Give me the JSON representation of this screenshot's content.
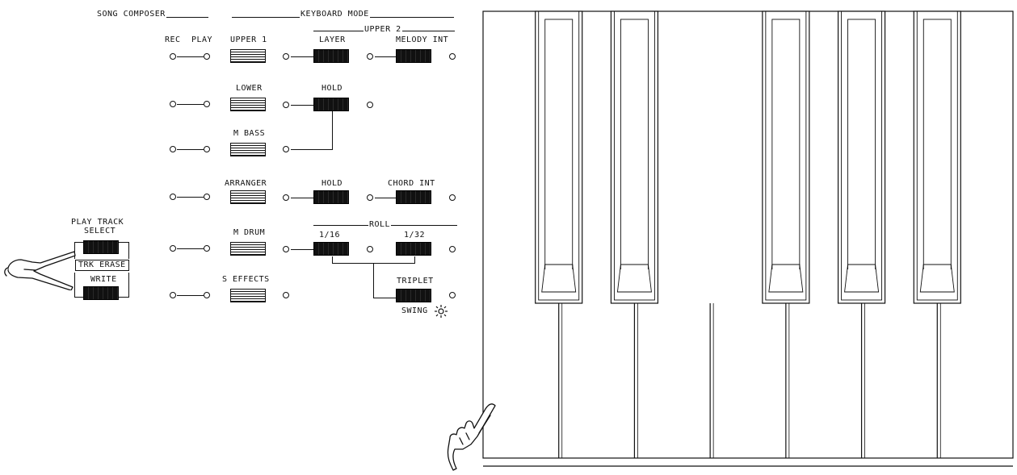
{
  "header": {
    "song_composer": "SONG COMPOSER",
    "keyboard_mode": "KEYBOARD MODE",
    "upper2": "UPPER 2",
    "roll": "ROLL"
  },
  "columns": {
    "rec": "REC",
    "play": "PLAY"
  },
  "parts": {
    "upper1": "UPPER 1",
    "lower": "LOWER",
    "mbass": "M BASS",
    "arranger": "ARRANGER",
    "mdrum": "M DRUM",
    "effects": "S EFFECTS"
  },
  "modes": {
    "layer": "LAYER",
    "melody_int": "MELODY INT",
    "hold_lower": "HOLD",
    "hold_arranger": "HOLD",
    "chord_int": "CHORD INT",
    "r16": "1/16",
    "r32": "1/32",
    "triplet": "TRIPLET",
    "swing": "SWING"
  },
  "track": {
    "play_track": "PLAY TRACK",
    "select": "SELECT",
    "trk_erase": "TRK ERASE",
    "write": "WRITE"
  },
  "keyboard": {
    "white_keys": 7,
    "black_keys": 5
  }
}
